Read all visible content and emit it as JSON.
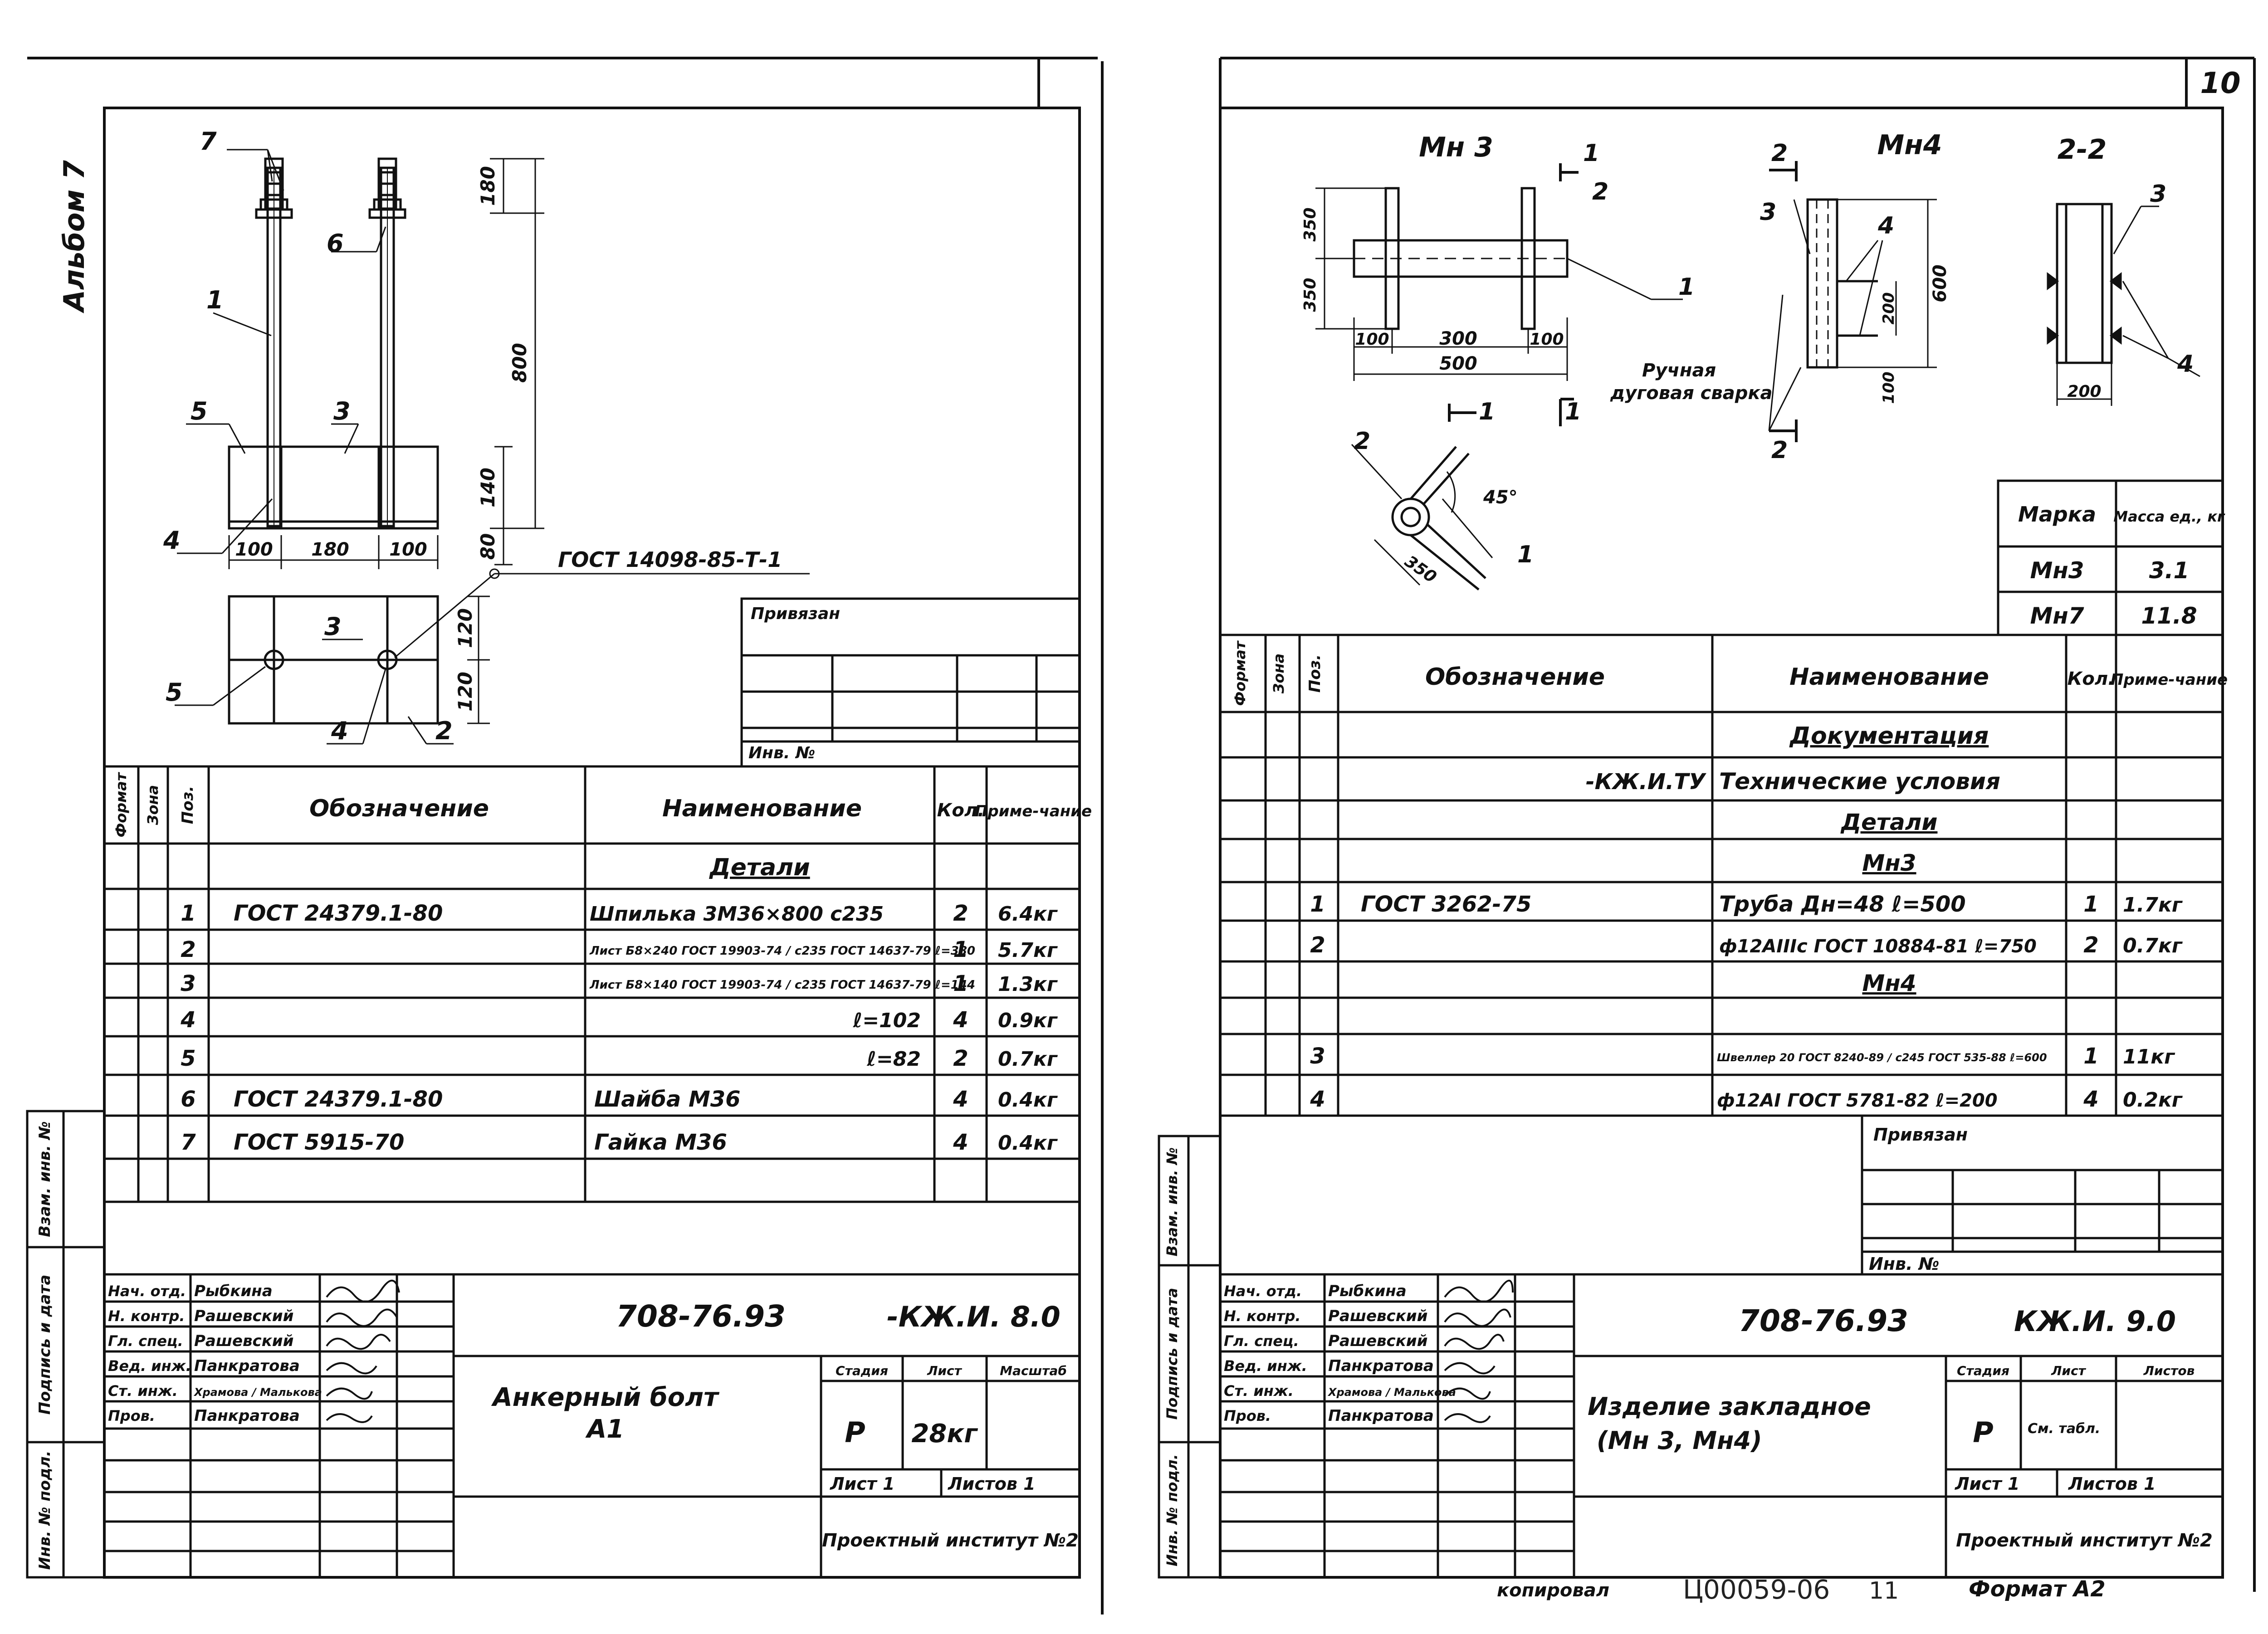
{
  "page": {
    "number": "10",
    "album": "Альбом 7",
    "copied": "копировал",
    "archive_no": "Ц00059-06",
    "archive_suffix": "11",
    "format": "Формат А2"
  },
  "left": {
    "drawing": {
      "callouts": [
        "7",
        "6",
        "1",
        "5",
        "3",
        "4",
        "3",
        "5",
        "4",
        "2"
      ],
      "dims": {
        "d180v": "180",
        "d800": "800",
        "d140": "140",
        "d80": "80",
        "d120a": "120",
        "d120b": "120",
        "d100a": "100",
        "d180h": "180",
        "d100b": "100"
      },
      "gost_weld": "ГОСТ 14098-85-Т-1"
    },
    "bound_block": {
      "title": "Привязан",
      "inv": "Инв. №"
    },
    "spec": {
      "headers": {
        "format": "Формат",
        "zone": "Зона",
        "pos": "Поз.",
        "designation": "Обозначение",
        "name": "Наименование",
        "qty": "Кол.",
        "note": "Приме-чание"
      },
      "section": "Детали",
      "rows": [
        {
          "pos": "1",
          "designation": "ГОСТ 24379.1-80",
          "name": "Шпилька 3М36×800 с235",
          "qty": "2",
          "note": "6.4кг"
        },
        {
          "pos": "2",
          "designation": "",
          "name": "Лист Б8×240 ГОСТ 19903-74 / с235 ГОСТ 14637-79 ℓ=380",
          "qty": "1",
          "note": "5.7кг"
        },
        {
          "pos": "3",
          "designation": "",
          "name": "Лист Б8×140 ГОСТ 19903-74 / с235 ГОСТ 14637-79 ℓ=144",
          "qty": "1",
          "note": "1.3кг"
        },
        {
          "pos": "4",
          "designation": "",
          "name": "ℓ=102",
          "qty": "4",
          "note": "0.9кг"
        },
        {
          "pos": "5",
          "designation": "",
          "name": "ℓ=82",
          "qty": "2",
          "note": "0.7кг"
        },
        {
          "pos": "6",
          "designation": "ГОСТ 24379.1-80",
          "name": "Шайба М36",
          "qty": "4",
          "note": "0.4кг"
        },
        {
          "pos": "7",
          "designation": "ГОСТ 5915-70",
          "name": "Гайка М36",
          "qty": "4",
          "note": "0.4кг"
        }
      ]
    },
    "side_labels": [
      "Взам. инв. №",
      "Подпись и дата",
      "Инв. № подл."
    ],
    "title_block": {
      "people": [
        {
          "role": "Нач. отд.",
          "name": "Рыбкина"
        },
        {
          "role": "Н. контр.",
          "name": "Рашевский"
        },
        {
          "role": "Гл. спец.",
          "name": "Рашевский"
        },
        {
          "role": "Вед. инж.",
          "name": "Панкратова"
        },
        {
          "role": "Ст. инж.",
          "name": "Храмова / Малькова"
        },
        {
          "role": "Пров.",
          "name": "Панкратова"
        }
      ],
      "code": "708-76.93",
      "code_suffix": "-КЖ.И. 8.0",
      "title_l1": "Анкерный болт",
      "title_l2": "А1",
      "stage_h": "Стадия",
      "sheet_h": "Лист",
      "scale_h": "Масштаб",
      "stage": "Р",
      "sheet": "28кг",
      "sheet_no": "Лист 1",
      "sheets": "Листов 1",
      "org": "Проектный институт №2"
    }
  },
  "right": {
    "drawing": {
      "mn3": "Мн 3",
      "mn4": "Мн4",
      "section": "2-2",
      "dims": {
        "d350a": "350",
        "d350b": "350",
        "d100a": "100",
        "d300": "300",
        "d100b": "100",
        "d500": "500",
        "d600": "600",
        "d200v": "200",
        "d100v": "100",
        "d200h": "200",
        "d350c": "350",
        "angle": "45°"
      },
      "callouts": [
        "1",
        "2",
        "1",
        "2",
        "3",
        "4",
        "2",
        "3",
        "4",
        "2",
        "1",
        "1",
        "1"
      ],
      "weld_l1": "Ручная",
      "weld_l2": "дуговая сварка"
    },
    "mass_table": {
      "h_mark": "Марка",
      "h_mass": "Масса ед., кг",
      "rows": [
        {
          "mark": "Мн3",
          "mass": "3.1"
        },
        {
          "mark": "Мн7",
          "mass": "11.8"
        }
      ]
    },
    "spec": {
      "headers": {
        "format": "Формат",
        "zone": "Зона",
        "pos": "Поз.",
        "designation": "Обозначение",
        "name": "Наименование",
        "qty": "Кол.",
        "note": "Приме-чание"
      },
      "rows": [
        {
          "pos": "",
          "designation": "",
          "name": "Документация",
          "qty": "",
          "note": "",
          "kind": "section"
        },
        {
          "pos": "",
          "designation": "-КЖ.И.ТУ",
          "name": "Технические условия",
          "qty": "",
          "note": "",
          "kind": "item"
        },
        {
          "pos": "",
          "designation": "",
          "name": "Детали",
          "qty": "",
          "note": "",
          "kind": "section"
        },
        {
          "pos": "",
          "designation": "",
          "name": "Мн3",
          "qty": "",
          "note": "",
          "kind": "section"
        },
        {
          "pos": "1",
          "designation": "ГОСТ 3262-75",
          "name": "Труба Дн=48 ℓ=500",
          "qty": "1",
          "note": "1.7кг",
          "kind": "item"
        },
        {
          "pos": "2",
          "designation": "",
          "name": "ф12АIIIс ГОСТ 10884-81 ℓ=750",
          "qty": "2",
          "note": "0.7кг",
          "kind": "item"
        },
        {
          "pos": "",
          "designation": "",
          "name": "Мн4",
          "qty": "",
          "note": "",
          "kind": "section"
        },
        {
          "pos": "3",
          "designation": "",
          "name": "Швеллер 20 ГОСТ 8240-89 / с245 ГОСТ 535-88 ℓ=600",
          "qty": "1",
          "note": "11кг",
          "kind": "item"
        },
        {
          "pos": "4",
          "designation": "",
          "name": "ф12АI ГОСТ 5781-82 ℓ=200",
          "qty": "4",
          "note": "0.2кг",
          "kind": "item"
        }
      ]
    },
    "bound_block": {
      "title": "Привязан",
      "inv": "Инв. №"
    },
    "side_labels": [
      "Взам. инв. №",
      "Подпись и дата",
      "Инв. № подл."
    ],
    "title_block": {
      "people": [
        {
          "role": "Нач. отд.",
          "name": "Рыбкина"
        },
        {
          "role": "Н. контр.",
          "name": "Рашевский"
        },
        {
          "role": "Гл. спец.",
          "name": "Рашевский"
        },
        {
          "role": "Вед. инж.",
          "name": "Панкратова"
        },
        {
          "role": "Ст. инж.",
          "name": "Храмова / Малькова"
        },
        {
          "role": "Пров.",
          "name": "Панкратова"
        }
      ],
      "code": "708-76.93",
      "code_suffix": "КЖ.И. 9.0",
      "title_l1": "Изделие закладное",
      "title_l2": "(Мн 3, Мн4)",
      "stage_h": "Стадия",
      "sheet_h": "Лист",
      "sheets_h": "Листов",
      "stage": "Р",
      "sheet": "См. табл.",
      "sheet_no": "Лист 1",
      "sheets": "Листов 1",
      "org": "Проектный институт №2"
    }
  }
}
